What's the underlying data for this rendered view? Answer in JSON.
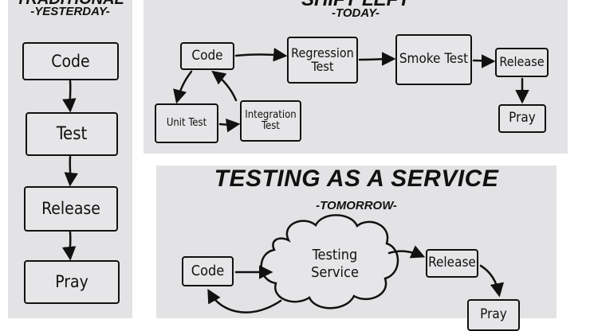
{
  "yesterday": {
    "heading_partial": "TRADITIONAL",
    "subtitle": "-YESTERDAY-",
    "steps": [
      "Code",
      "Test",
      "Release",
      "Pray"
    ]
  },
  "today": {
    "heading_partial": "SHIFT LEFT",
    "subtitle": "-TODAY-",
    "code": "Code",
    "unit_test": "Unit Test",
    "integration_test": "Integration\nTest",
    "regression_test": "Regression\nTest",
    "smoke_test": "Smoke Test",
    "release": "Release",
    "pray": "Pray"
  },
  "tomorrow": {
    "heading": "TESTING AS A SERVICE",
    "subtitle": "-TOMORROW-",
    "code": "Code",
    "testing_service": "Testing\nService",
    "release": "Release",
    "pray": "Pray"
  }
}
